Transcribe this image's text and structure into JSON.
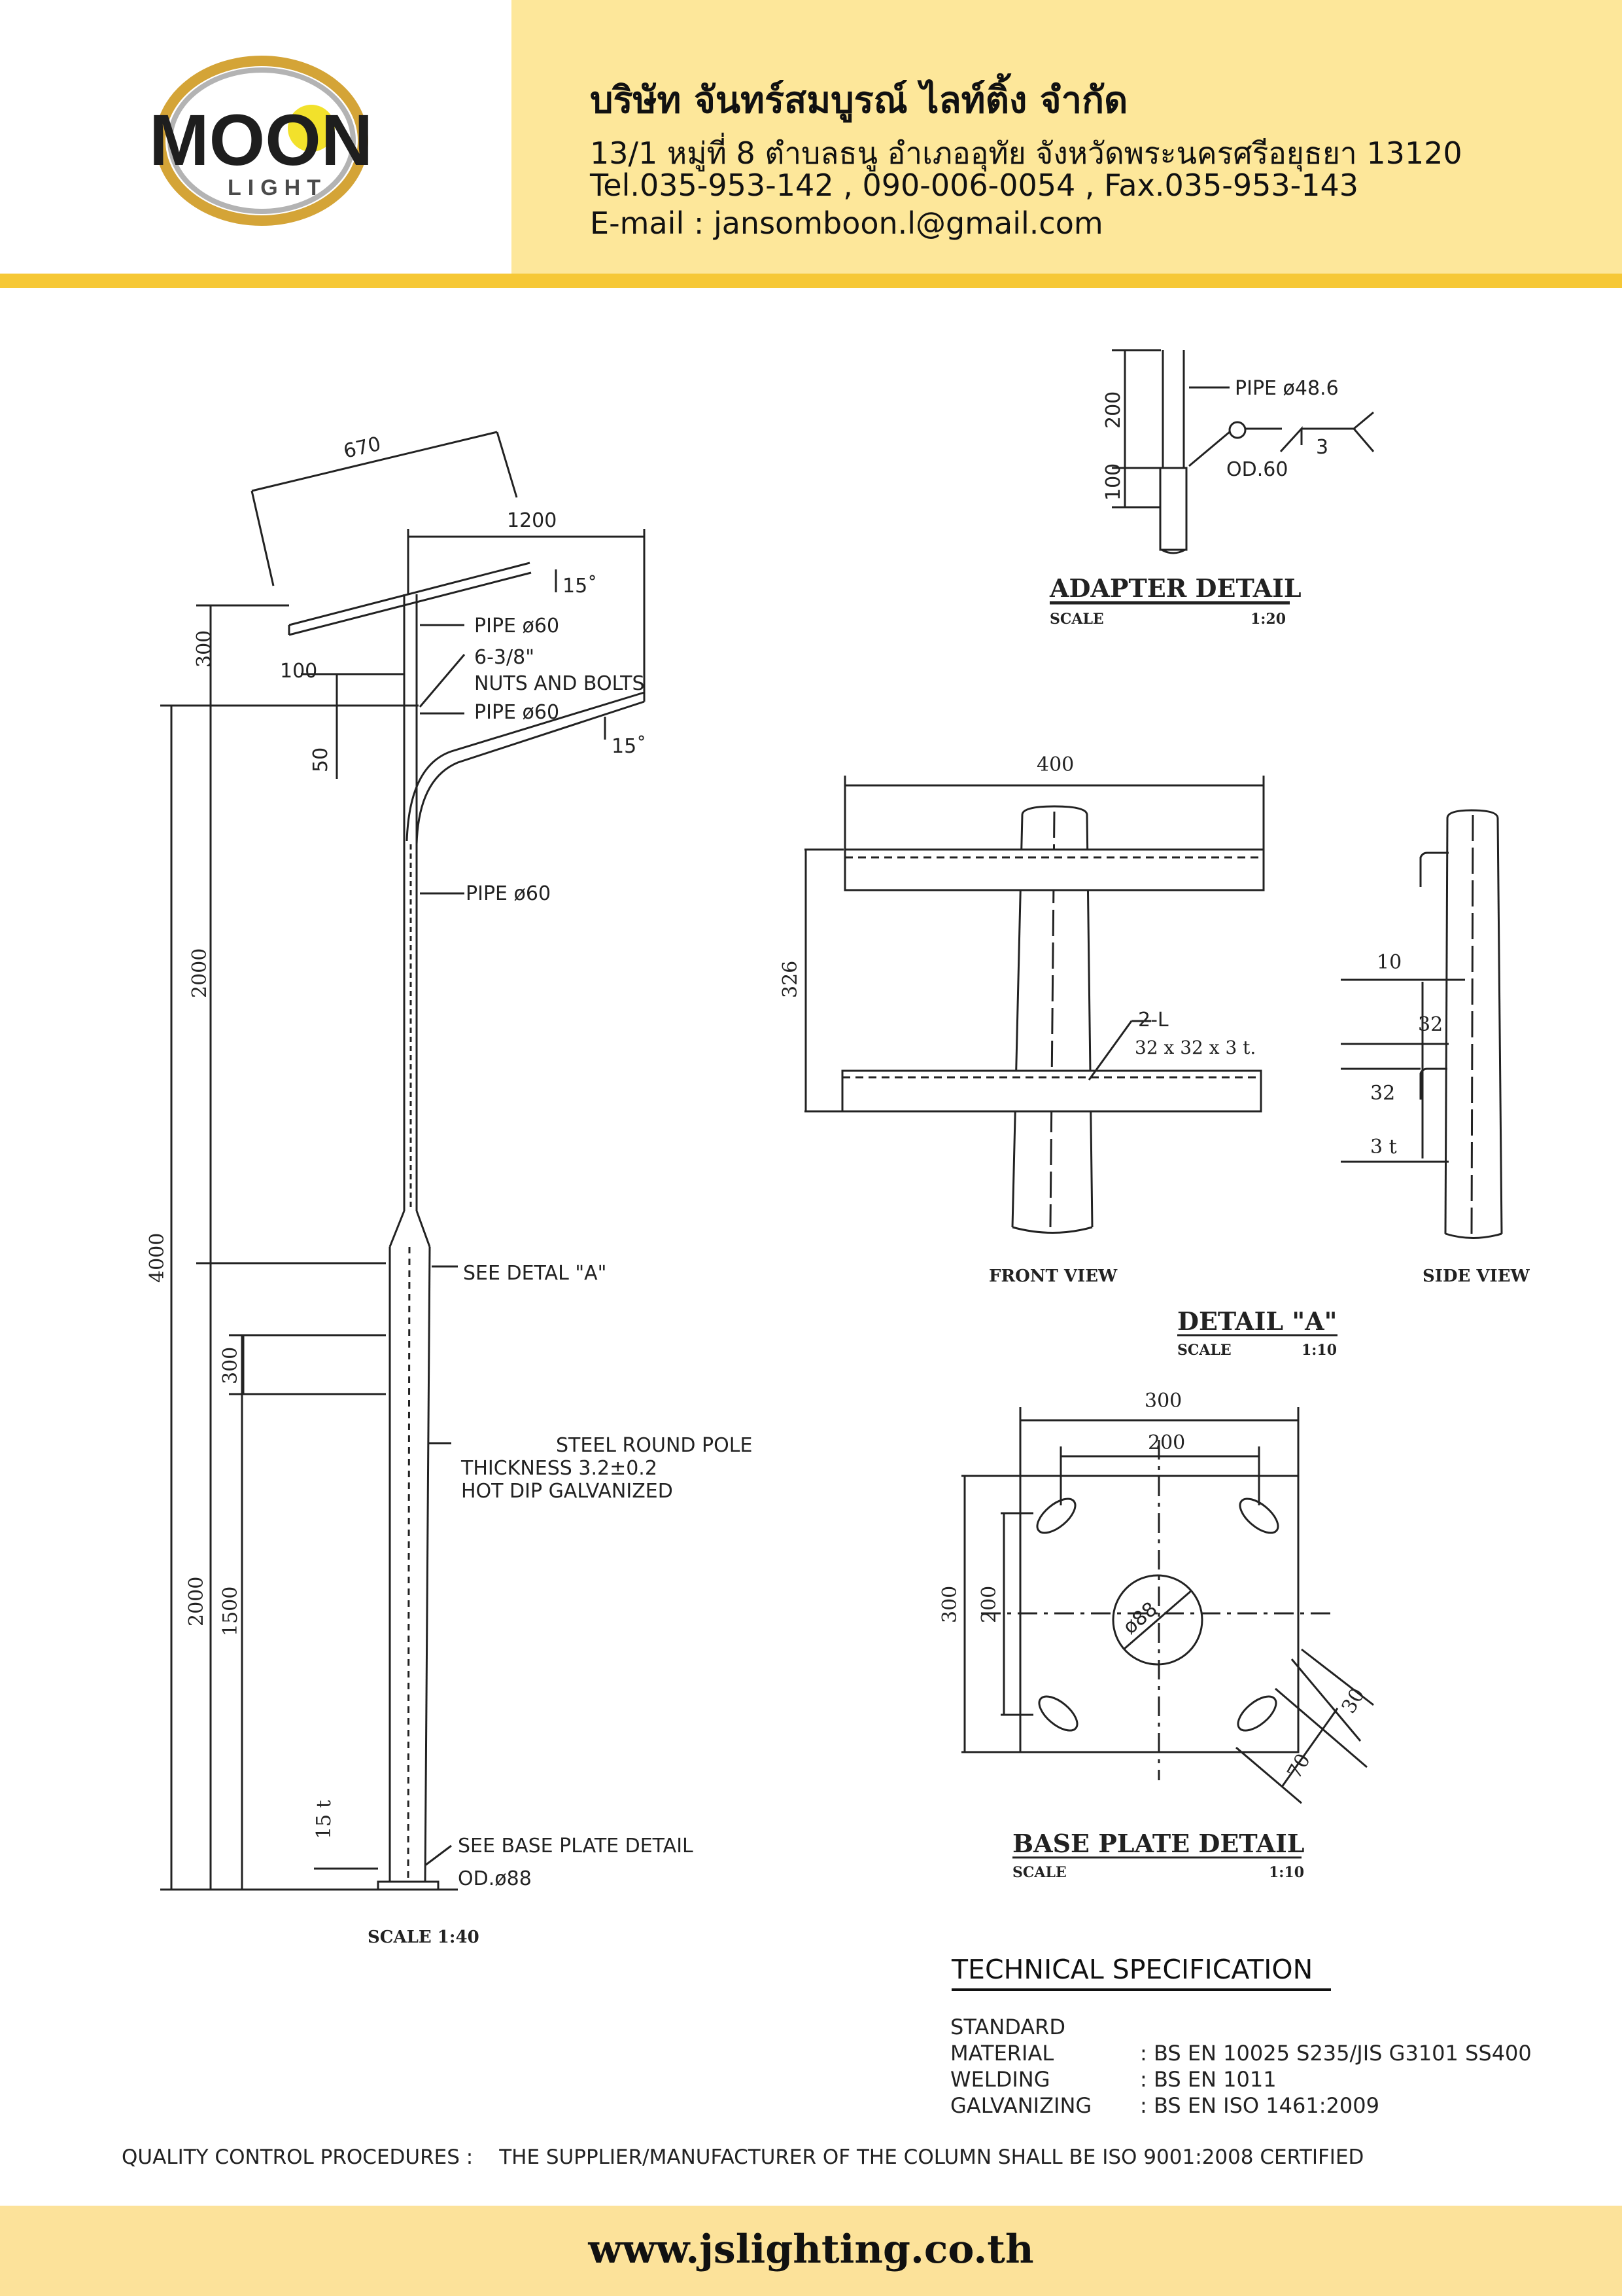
{
  "header": {
    "logo_text": "MOON",
    "logo_subtext": "LIGHT",
    "company_name": "บริษัท จันทร์สมบูรณ์ ไลท์ติ้ง จำกัด",
    "address": "13/1 หมู่ที่ 8 ตำบลธนู อำเภออุทัย จังหวัดพระนครศรีอยุธยา 13120",
    "phone": "Tel.035-953-142 , 090-006-0054 , Fax.035-953-143",
    "email": "E-mail : jansomboon.l@gmail.com"
  },
  "pole_drawing": {
    "dim_670": "670",
    "dim_1200": "1200",
    "angle_top": "15˚",
    "angle_mid": "15˚",
    "dim_300_top": "300",
    "dim_100": "100",
    "dim_50": "50",
    "dim_2000_upper": "2000",
    "dim_4000": "4000",
    "dim_300_mid": "300",
    "dim_2000_lower": "2000",
    "dim_1500": "1500",
    "dim_15t": "15 t",
    "label_pipe60_a": "PIPE ø60",
    "label_nuts_bolts_1": "6-3/8\"",
    "label_nuts_bolts_2": "NUTS AND BOLTS",
    "label_pipe60_b": "PIPE ø60",
    "label_pipe60_c": "PIPE ø60",
    "label_see_detail_a": "SEE DETAL \"A\"",
    "label_steel_1": "STEEL ROUND POLE",
    "label_steel_2": "THICKNESS 3.2±0.2",
    "label_steel_3": "HOT DIP GALVANIZED",
    "label_see_base": "SEE BASE PLATE DETAIL",
    "label_od88": "OD.ø88",
    "scale": "SCALE   1:40"
  },
  "adapter_detail": {
    "dim_200": "200",
    "dim_100": "100",
    "label_pipe": "PIPE ø48.6",
    "label_od": "OD.60",
    "weld_size": "3",
    "title": "ADAPTER DETAIL",
    "scale_label": "SCALE",
    "scale_value": "1:20"
  },
  "detail_a": {
    "dim_400": "400",
    "dim_326": "326",
    "callout_1": "2-L",
    "callout_2": "32 x 32 x 3 t.",
    "dim_10": "10",
    "dim_32a": "32",
    "dim_32b": "32",
    "dim_3t": "3 t",
    "front_view": "FRONT VIEW",
    "side_view": "SIDE VIEW",
    "title": "DETAIL \"A\"",
    "scale_label": "SCALE",
    "scale_value": "1:10"
  },
  "base_plate": {
    "dim_300_w": "300",
    "dim_200_w": "200",
    "dim_300_h": "300",
    "dim_200_h": "200",
    "hole": "ø88",
    "dim_30": "30",
    "dim_70": "70",
    "title": "BASE PLATE DETAIL",
    "scale_label": "SCALE",
    "scale_value": "1:10"
  },
  "spec": {
    "title": "TECHNICAL SPECIFICATION",
    "rows": [
      {
        "key": "STANDARD",
        "value": ""
      },
      {
        "key": "MATERIAL",
        "value": ": BS EN 10025 S235/JIS G3101 SS400"
      },
      {
        "key": "WELDING",
        "value": ": BS EN 1011"
      },
      {
        "key": "GALVANIZING",
        "value": ": BS EN ISO 1461:2009"
      }
    ]
  },
  "quality": {
    "label": "QUALITY CONTROL PROCEDURES  :",
    "text": "THE SUPPLIER/MANUFACTURER OF THE COLUMN SHALL BE ISO 9001:2008 CERTIFIED"
  },
  "footer": {
    "website": "www.jslighting.co.th"
  },
  "colors": {
    "header_panel": "#fde79a",
    "header_rule": "#f6c836",
    "footer": "#fce29a",
    "logo_gold": "#d4a437",
    "logo_yellow": "#f2e12b"
  }
}
